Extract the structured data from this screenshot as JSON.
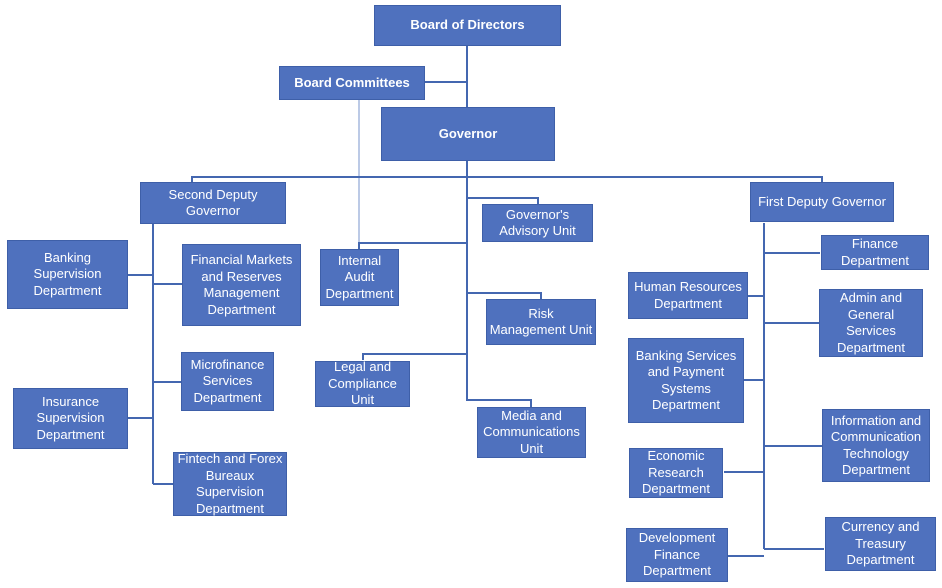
{
  "diagram": {
    "type": "organizational-chart",
    "box_color": "#4f71be",
    "line_color": "#4467b0",
    "text_color": "#ffffff",
    "nodes": {
      "board_of_directors": "Board of Directors",
      "board_committees": "Board Committees",
      "governor": "Governor",
      "second_deputy_governor": "Second Deputy Governor",
      "first_deputy_governor": "First Deputy Governor",
      "banking_supervision": "Banking Supervision Department",
      "insurance_supervision": "Insurance Supervision Department",
      "financial_markets": "Financial Markets and Reserves Management Department",
      "microfinance": "Microfinance Services Department",
      "fintech_forex": "Fintech and Forex Bureaux Supervision Department",
      "internal_audit": "Internal Audit Department",
      "governors_advisory": "Governor's Advisory Unit",
      "risk_management": "Risk Management Unit",
      "legal_compliance": "Legal and Compliance Unit",
      "media_communications": "Media and Communications Unit",
      "finance": "Finance Department",
      "human_resources": "Human Resources Department",
      "admin_general": "Admin and General Services Department",
      "banking_services_payment": "Banking Services and Payment Systems Department",
      "ict": "Information and Communication Technology Department",
      "economic_research": "Economic Research Department",
      "development_finance": "Development Finance Department",
      "currency_treasury": "Currency and Treasury Department"
    },
    "edges": [
      [
        "board_of_directors",
        "governor"
      ],
      [
        "board_committees",
        "board_of_directors"
      ],
      [
        "board_committees",
        "internal_audit"
      ],
      [
        "governor",
        "second_deputy_governor"
      ],
      [
        "governor",
        "first_deputy_governor"
      ],
      [
        "governor",
        "governors_advisory"
      ],
      [
        "governor",
        "internal_audit"
      ],
      [
        "governor",
        "risk_management"
      ],
      [
        "governor",
        "legal_compliance"
      ],
      [
        "governor",
        "media_communications"
      ],
      [
        "second_deputy_governor",
        "banking_supervision"
      ],
      [
        "second_deputy_governor",
        "financial_markets"
      ],
      [
        "second_deputy_governor",
        "microfinance"
      ],
      [
        "second_deputy_governor",
        "insurance_supervision"
      ],
      [
        "second_deputy_governor",
        "fintech_forex"
      ],
      [
        "first_deputy_governor",
        "finance"
      ],
      [
        "first_deputy_governor",
        "human_resources"
      ],
      [
        "first_deputy_governor",
        "admin_general"
      ],
      [
        "first_deputy_governor",
        "banking_services_payment"
      ],
      [
        "first_deputy_governor",
        "ict"
      ],
      [
        "first_deputy_governor",
        "economic_research"
      ],
      [
        "first_deputy_governor",
        "development_finance"
      ],
      [
        "first_deputy_governor",
        "currency_treasury"
      ]
    ]
  }
}
